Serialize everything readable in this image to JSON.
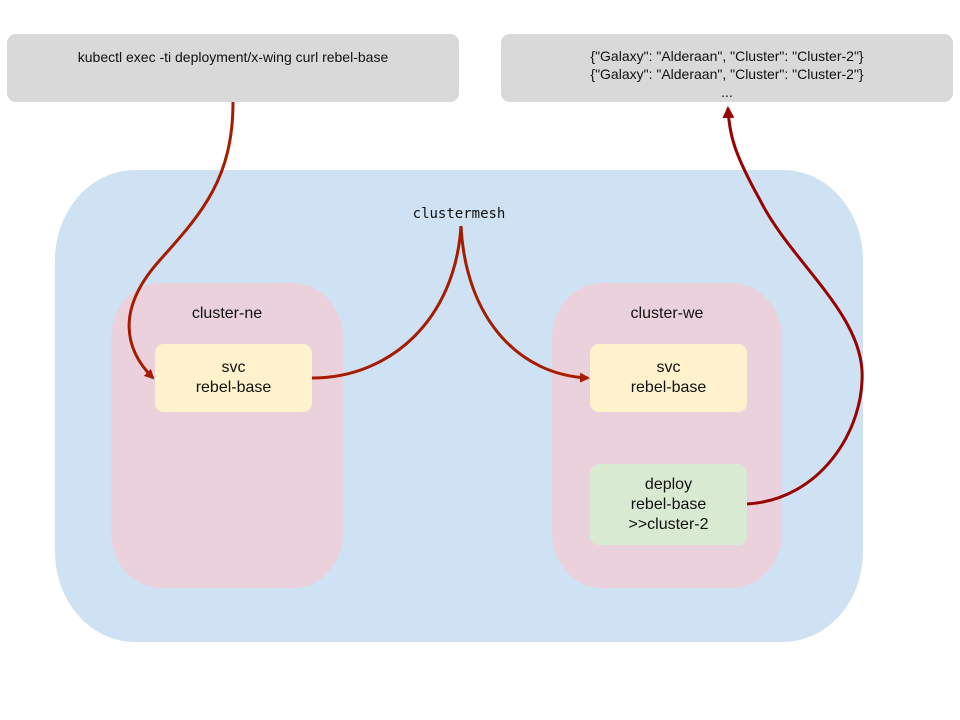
{
  "command": {
    "text": "kubectl exec -ti deployment/x-wing curl rebel-base"
  },
  "output": {
    "lines": [
      "{\"Galaxy\": \"Alderaan\", \"Cluster\": \"Cluster-2\"}",
      "{\"Galaxy\": \"Alderaan\", \"Cluster\": \"Cluster-2\"}",
      "..."
    ]
  },
  "clustermesh": {
    "label": "clustermesh",
    "color": "#cfe2f3"
  },
  "clusters": [
    {
      "label": "cluster-ne",
      "color": "#ead1dc",
      "nodes": [
        {
          "kind": "svc",
          "lines": [
            "svc",
            "rebel-base"
          ],
          "color": "#fff2cc"
        }
      ]
    },
    {
      "label": "cluster-we",
      "color": "#ead1dc",
      "nodes": [
        {
          "kind": "svc",
          "lines": [
            "svc",
            "rebel-base"
          ],
          "color": "#fff2cc"
        },
        {
          "kind": "deploy",
          "lines": [
            "deploy",
            "rebel-base",
            ">>cluster-2"
          ],
          "color": "#d9ead3"
        }
      ]
    }
  ],
  "edges": [
    {
      "from": "command",
      "to": "cluster-ne.svc"
    },
    {
      "from": "cluster-ne.svc",
      "to": "clustermesh"
    },
    {
      "from": "clustermesh",
      "to": "cluster-we.svc"
    },
    {
      "from": "cluster-we.deploy",
      "to": "output"
    }
  ],
  "arrow_color": "#a61c00",
  "arrow_color_alt": "#990000"
}
